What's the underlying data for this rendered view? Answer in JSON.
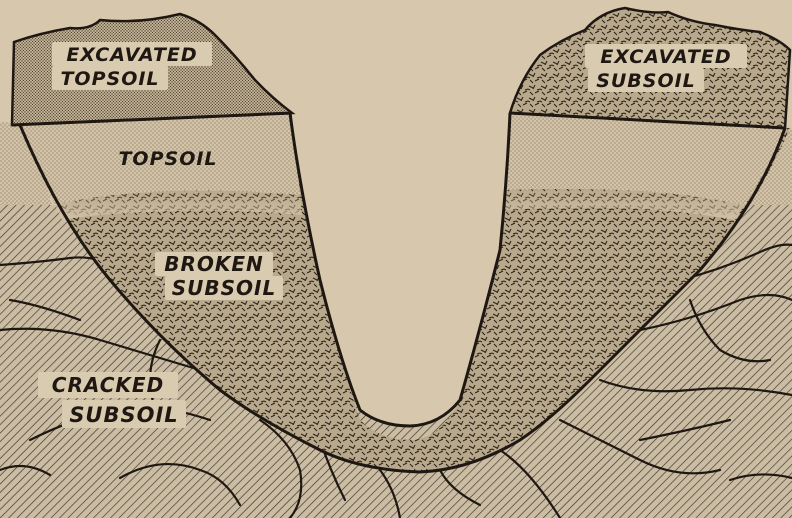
{
  "labels": {
    "excavated_topsoil": [
      "EXCAVATED",
      "TOPSOIL"
    ],
    "excavated_subsoil": [
      "EXCAVATED",
      "SUBSOIL"
    ],
    "topsoil": "TOPSOIL",
    "broken_subsoil": [
      "BROKEN",
      "SUBSOIL"
    ],
    "cracked_subsoil": [
      "CRACKED",
      "SUBSOIL"
    ]
  },
  "colors": {
    "background": "#d6c7ad",
    "ink": "#1f1812",
    "topsoil": "#cbbb9c",
    "subsoil_hatch": "#3a3128"
  }
}
